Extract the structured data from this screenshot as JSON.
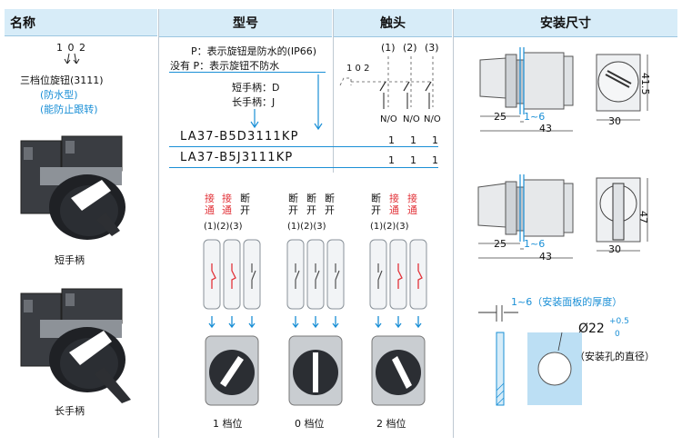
{
  "headers": {
    "name": "名称",
    "model": "型号",
    "contacts": "触头",
    "dims": "安装尺寸"
  },
  "product": {
    "positions_label": "1 0 2",
    "title": "三档位旋钮(3111)",
    "feature1": "(防水型)",
    "feature2": "(能防止跟转)",
    "short_handle": "短手柄",
    "long_handle": "长手柄"
  },
  "model_notes": {
    "p_note": "P：表示旋钮是防水的(IP66)",
    "no_p_note": "没有 P：表示旋钮不防水",
    "short_code": "短手柄：D",
    "long_code": "长手柄：J"
  },
  "contacts": {
    "numbers": [
      "1",
      "2",
      "3"
    ],
    "positions": "1 0 2",
    "no_labels": [
      "N/O",
      "N/O",
      "N/O"
    ]
  },
  "models": [
    {
      "code": "LA37-B5D3111KP",
      "counts": [
        "1",
        "1",
        "1"
      ]
    },
    {
      "code": "LA37-B5J3111KP",
      "counts": [
        "1",
        "1",
        "1"
      ]
    }
  ],
  "states": [
    {
      "labels": [
        {
          "top": "接",
          "bottom": "通",
          "color": "#e2343a"
        },
        {
          "top": "接",
          "bottom": "通",
          "color": "#e2343a"
        },
        {
          "top": "断",
          "bottom": "开",
          "color": "#111111"
        }
      ],
      "caption": "1 档位"
    },
    {
      "labels": [
        {
          "top": "断",
          "bottom": "开",
          "color": "#111111"
        },
        {
          "top": "断",
          "bottom": "开",
          "color": "#111111"
        },
        {
          "top": "断",
          "bottom": "开",
          "color": "#111111"
        }
      ],
      "caption": "0 档位"
    },
    {
      "labels": [
        {
          "top": "断",
          "bottom": "开",
          "color": "#111111"
        },
        {
          "top": "接",
          "bottom": "通",
          "color": "#e2343a"
        },
        {
          "top": "接",
          "bottom": "通",
          "color": "#e2343a"
        }
      ],
      "caption": "2 档位"
    }
  ],
  "dims": {
    "d25": "25",
    "range": "1~6",
    "d43": "43",
    "d30": "30",
    "h415": "41.5",
    "h47": "47",
    "panel_thickness": "1~6（安装面板的厚度）",
    "hole_dia": "Ø22",
    "tol_plus": "+0.5",
    "tol_zero": "0",
    "hole_note": "（安装孔的直径）"
  },
  "colors": {
    "accent": "#1a8fd6",
    "header": "#d7ecf8",
    "on": "#e2343a"
  }
}
